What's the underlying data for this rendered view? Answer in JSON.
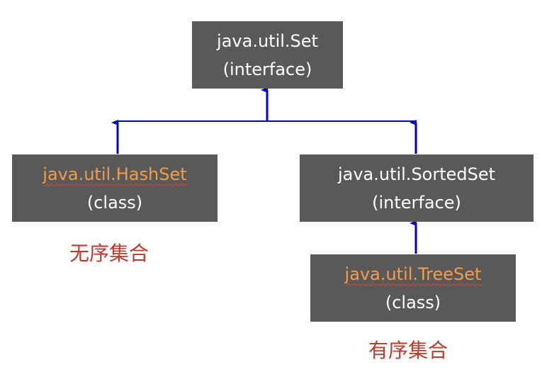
{
  "nodes": {
    "set": {
      "name": "java.util.Set",
      "kind": "(interface)"
    },
    "hashset": {
      "name": "java.util.HashSet",
      "kind": "(class)"
    },
    "sortedset": {
      "name": "java.util.SortedSet",
      "kind": "(interface)"
    },
    "treeset": {
      "name": "java.util.TreeSet",
      "kind": "(class)"
    }
  },
  "captions": {
    "hashset": "无序集合",
    "treeset": "有序集合"
  },
  "colors": {
    "node_fill": "#595959",
    "node_text": "#ffffff",
    "link_text": "#f39c4a",
    "caption": "#c0392b",
    "arrow": "#0000cc"
  }
}
